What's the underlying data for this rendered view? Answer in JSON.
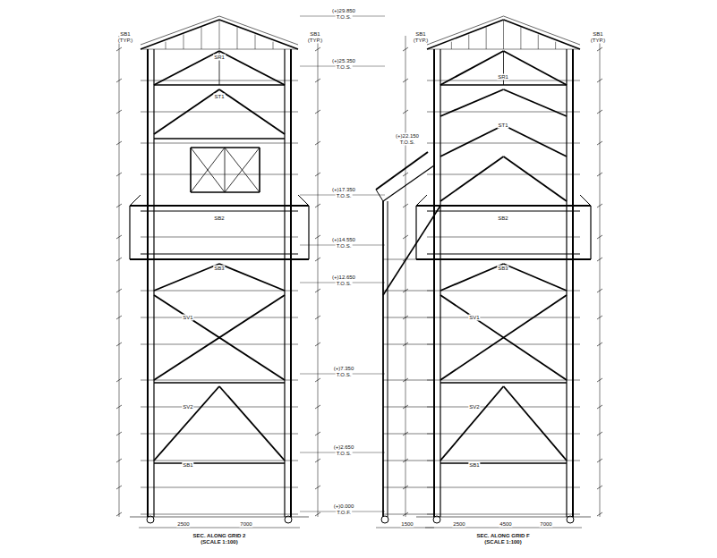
{
  "diagram": {
    "labels": [
      "SB1",
      "(TYP.)",
      "SB1",
      "(TYP.)",
      "SB1",
      "(TYP.)",
      "SB1",
      "(TYP.)",
      "(+)29.850",
      "T.O.S.",
      "(+)25.350",
      "T.O.S.",
      "(+)17.350",
      "T.O.S.",
      "(+)14.550",
      "T.O.S.",
      "(+)12.650",
      "T.O.S.",
      "(+)7.350",
      "T.O.S.",
      "(+)2.650",
      "T.O.S.",
      "(+)0.000",
      "T.O.F.",
      "(+)22.150",
      "T.O.S.",
      "SR1",
      "ST1",
      "SB2",
      "SB3",
      "SV1",
      "SV2",
      "SB1",
      "SR1",
      "ST1",
      "SB2",
      "SB3",
      "SV1",
      "SV2",
      "SB1",
      "2500",
      "7000",
      "1500",
      "2500",
      "4500",
      "7000",
      "SEC. ALONG GRID 2",
      "(SCALE 1:100)",
      "SEC. ALONG GRID F",
      "(SCALE 1:100)"
    ]
  }
}
